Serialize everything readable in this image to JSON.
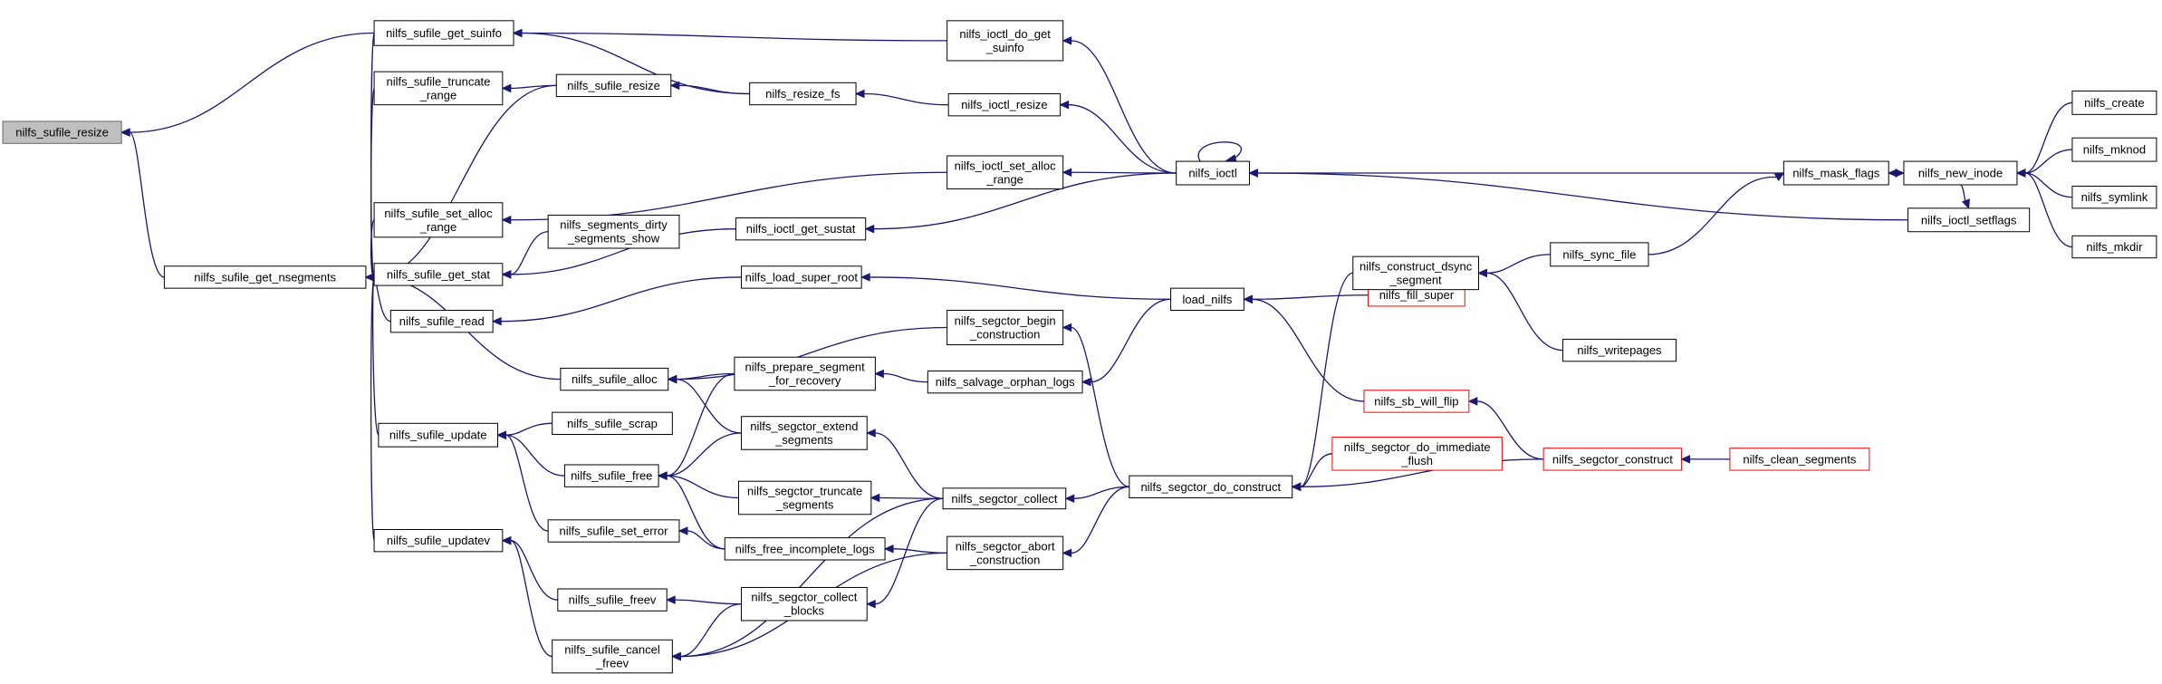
{
  "colors": {
    "edge": "#191970",
    "node_border": "#000000",
    "truncated_border": "#ff0000",
    "root_fill": "#bfbfbf",
    "background": "#ffffff"
  },
  "nodes": {
    "n_resize": [
      "nilfs_sufile_resize"
    ],
    "n_getnseg": [
      "nilfs_sufile_get_nsegments"
    ],
    "n_getsuinfo": [
      "nilfs_sufile_get_suinfo"
    ],
    "n_trunc": [
      "nilfs_sufile_truncate",
      "_range"
    ],
    "n_sfresize": [
      "nilfs_sufile_resize"
    ],
    "n_setalloc": [
      "nilfs_sufile_set_alloc",
      "_range"
    ],
    "n_getstat": [
      "nilfs_sufile_get_stat"
    ],
    "n_read": [
      "nilfs_sufile_read"
    ],
    "n_alloc": [
      "nilfs_sufile_alloc"
    ],
    "n_update": [
      "nilfs_sufile_update"
    ],
    "n_updatev": [
      "nilfs_sufile_updatev"
    ],
    "n_segdirty": [
      "nilfs_segments_dirty",
      "_segments_show"
    ],
    "n_scrap": [
      "nilfs_sufile_scrap"
    ],
    "n_free": [
      "nilfs_sufile_free"
    ],
    "n_seterr": [
      "nilfs_sufile_set_error"
    ],
    "n_freev": [
      "nilfs_sufile_freev"
    ],
    "n_cancel": [
      "nilfs_sufile_cancel",
      "_freev"
    ],
    "n_resizefs": [
      "nilfs_resize_fs"
    ],
    "n_getsustat": [
      "nilfs_ioctl_get_sustat"
    ],
    "n_loadsr": [
      "nilfs_load_super_root"
    ],
    "n_prepseg": [
      "nilfs_prepare_segment",
      "_for_recovery"
    ],
    "n_extend": [
      "nilfs_segctor_extend",
      "_segments"
    ],
    "n_truncseg": [
      "nilfs_segctor_truncate",
      "_segments"
    ],
    "n_freeinc": [
      "nilfs_free_incomplete_logs"
    ],
    "n_collblk": [
      "nilfs_segctor_collect",
      "_blocks"
    ],
    "n_iocdoget": [
      "nilfs_ioctl_do_get",
      "_suinfo"
    ],
    "n_iocresize": [
      "nilfs_ioctl_resize"
    ],
    "n_iocsetalloc": [
      "nilfs_ioctl_set_alloc",
      "_range"
    ],
    "n_begin": [
      "nilfs_segctor_begin",
      "_construction"
    ],
    "n_salvage": [
      "nilfs_salvage_orphan_logs"
    ],
    "n_collect": [
      "nilfs_segctor_collect"
    ],
    "n_abort": [
      "nilfs_segctor_abort",
      "_construction"
    ],
    "n_ioctl": [
      "nilfs_ioctl"
    ],
    "n_load": [
      "load_nilfs"
    ],
    "n_doconst": [
      "nilfs_segctor_do_construct"
    ],
    "n_fillsuper": [
      "nilfs_fill_super"
    ],
    "n_dsync": [
      "nilfs_construct_dsync",
      "_segment"
    ],
    "n_sbflip": [
      "nilfs_sb_will_flip"
    ],
    "n_immflush": [
      "nilfs_segctor_do_immediate",
      "_flush"
    ],
    "n_syncfile": [
      "nilfs_sync_file"
    ],
    "n_writepages": [
      "nilfs_writepages"
    ],
    "n_construct": [
      "nilfs_segctor_construct"
    ],
    "n_maskflags": [
      "nilfs_mask_flags"
    ],
    "n_setflags": [
      "nilfs_ioctl_setflags"
    ],
    "n_clean": [
      "nilfs_clean_segments"
    ],
    "n_newinode": [
      "nilfs_new_inode"
    ],
    "n_create": [
      "nilfs_create"
    ],
    "n_mknod": [
      "nilfs_mknod"
    ],
    "n_symlink": [
      "nilfs_symlink"
    ],
    "n_mkdir": [
      "nilfs_mkdir"
    ]
  }
}
